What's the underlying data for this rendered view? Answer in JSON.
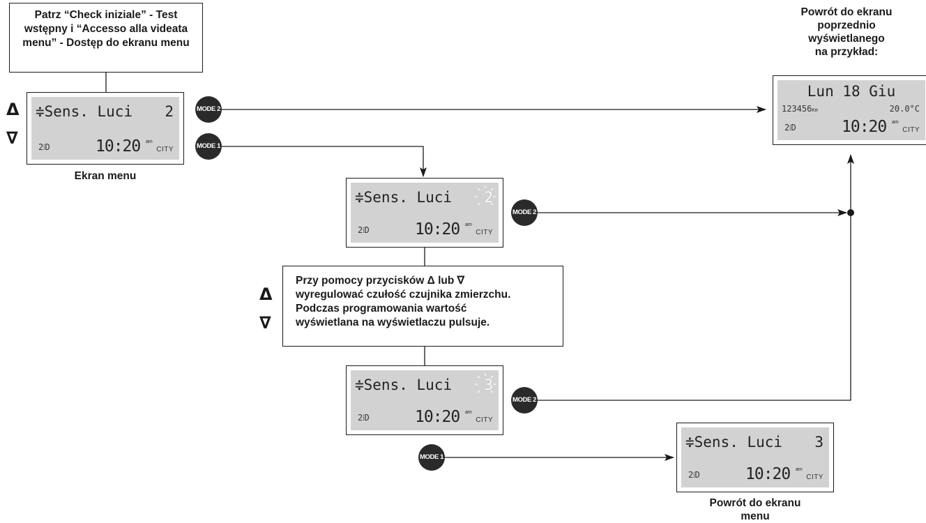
{
  "notes": {
    "top_left": [
      "Patrz “Check iniziale” - Test",
      "wstępny i “Accesso alla videata",
      "menu” - Dostęp do ekranu menu"
    ],
    "middle": [
      "Przy pomocy przycisków Δ lub ∇",
      "wyregulować czułość czujnika zmierzchu.",
      "Podczas programowania wartość",
      "wyświetlana na wyświetlaczu pulsuje."
    ]
  },
  "captions": {
    "top_right": [
      "Powrót do ekranu",
      "poprzednio",
      "wyświetlanego",
      "na przykład:"
    ],
    "menu_screen": "Ekran menu",
    "bottom_right": [
      "Powrót do ekranu",
      "menu"
    ]
  },
  "screens": {
    "menu": {
      "line1": "≑Sens. Luci",
      "value": "2",
      "gear": "2⁞D",
      "time": "10:20",
      "ampm": "am",
      "mode": "CITY"
    },
    "edit1": {
      "line1": "≑Sens. Luci",
      "value": "2",
      "gear": "2⁞D",
      "time": "10:20",
      "ampm": "am",
      "mode": "CITY"
    },
    "edit2": {
      "line1": "≑Sens. Luci",
      "value": "3",
      "gear": "2⁞D",
      "time": "10:20",
      "ampm": "am",
      "mode": "CITY"
    },
    "result": {
      "line1": "≑Sens. Luci",
      "value": "3",
      "gear": "2⁞D",
      "time": "10:20",
      "ampm": "am",
      "mode": "CITY"
    },
    "previous": {
      "day": "Lun 18 Giu",
      "odo": "123456",
      "odo_unit": "Km",
      "temp": "20.0°C",
      "gear": "2⁞D",
      "time": "10:20",
      "ampm": "am",
      "mode": "CITY"
    }
  },
  "buttons": {
    "mode2": "MODE 2",
    "mode1": "MODE 1"
  },
  "glyphs": {
    "up": "Δ",
    "down": "∇"
  }
}
